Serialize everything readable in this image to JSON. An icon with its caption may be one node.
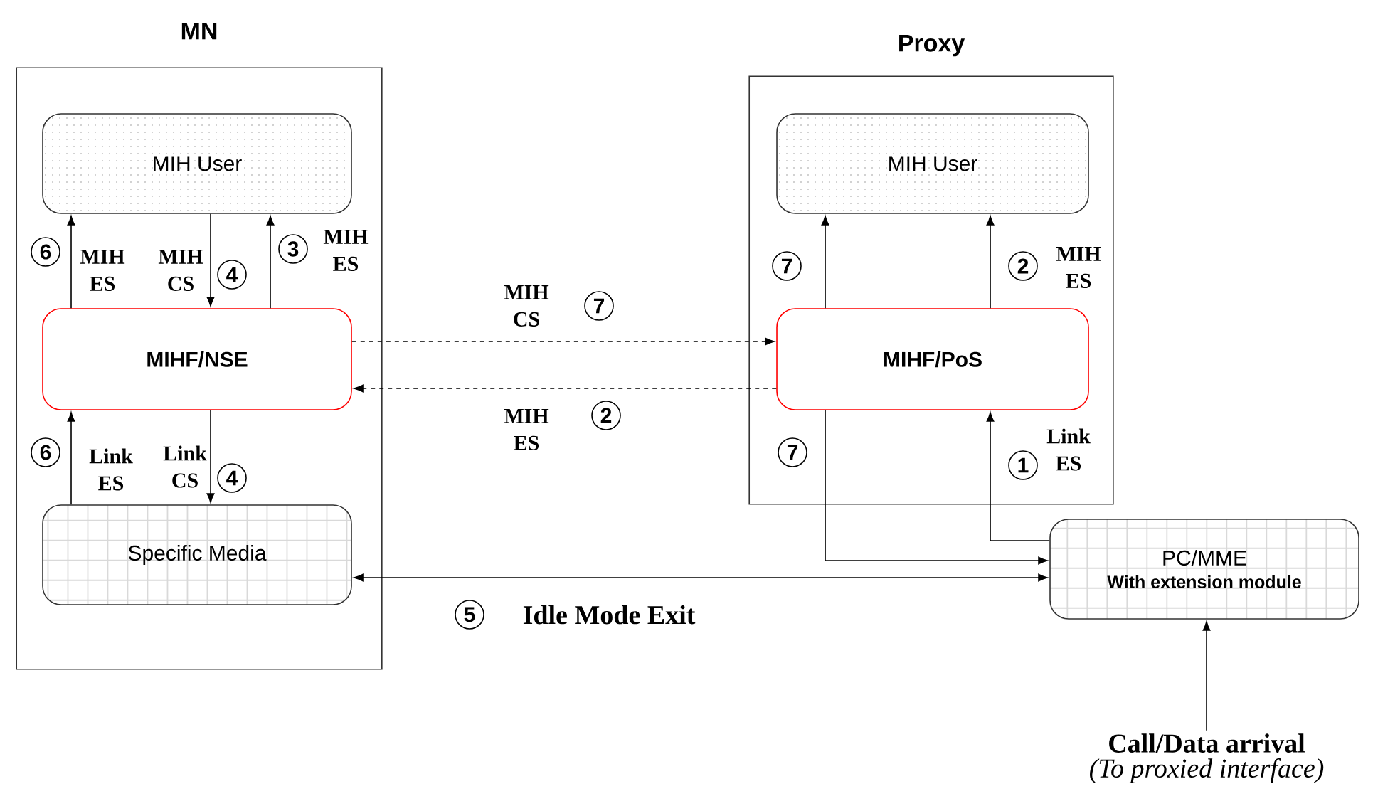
{
  "diagram": {
    "nodes": [
      {
        "text": [
          "MN"
        ]
      },
      {
        "text": [
          "MIH User"
        ],
        "in": 0
      },
      {
        "text": [
          "MIHF/NSE"
        ],
        "in": 0
      },
      {
        "text": [
          "Specific Media"
        ],
        "in": 0
      },
      {
        "text": [
          "Proxy"
        ]
      },
      {
        "text": [
          "MIH User"
        ],
        "in": 4
      },
      {
        "text": [
          "MIHF/PoS"
        ],
        "in": 4
      },
      {
        "text": [
          "PC/MME",
          "With extension module"
        ]
      },
      {
        "text": [
          "Call/Data arrival",
          "(To proxied interface)"
        ]
      }
    ],
    "edges": [
      {
        "from": 2,
        "to": 1,
        "arrow": "to",
        "label": "MIH ES"
      },
      {
        "from": 1,
        "to": 2,
        "arrow": "to",
        "label": "MIH CS"
      },
      {
        "from": 2,
        "to": 1,
        "arrow": "to",
        "label": "MIH ES"
      },
      {
        "from": 3,
        "to": 2,
        "arrow": "to",
        "label": "Link ES"
      },
      {
        "from": 2,
        "to": 3,
        "arrow": "to",
        "label": "Link CS"
      },
      {
        "from": 2,
        "to": 6,
        "arrow": "to",
        "label": "MIH CS",
        "style": "dashed"
      },
      {
        "from": 6,
        "to": 2,
        "arrow": "to",
        "label": "MIH ES",
        "style": "dashed"
      },
      {
        "from": 6,
        "to": 5,
        "arrow": "to"
      },
      {
        "from": 6,
        "to": 5,
        "arrow": "to",
        "label": "MIH ES"
      },
      {
        "from": 7,
        "to": 6,
        "arrow": "to",
        "label": "Link ES"
      },
      {
        "from": 6,
        "to": 7,
        "arrow": "to"
      },
      {
        "from": 7,
        "to": 3,
        "arrow": "both",
        "label": "Idle Mode Exit"
      },
      {
        "from": 8,
        "to": 7,
        "arrow": "to"
      }
    ],
    "labels": [
      "3",
      "6",
      "7",
      "2",
      "4",
      "7",
      "2",
      "6",
      "7",
      "1",
      "4",
      "5"
    ]
  }
}
